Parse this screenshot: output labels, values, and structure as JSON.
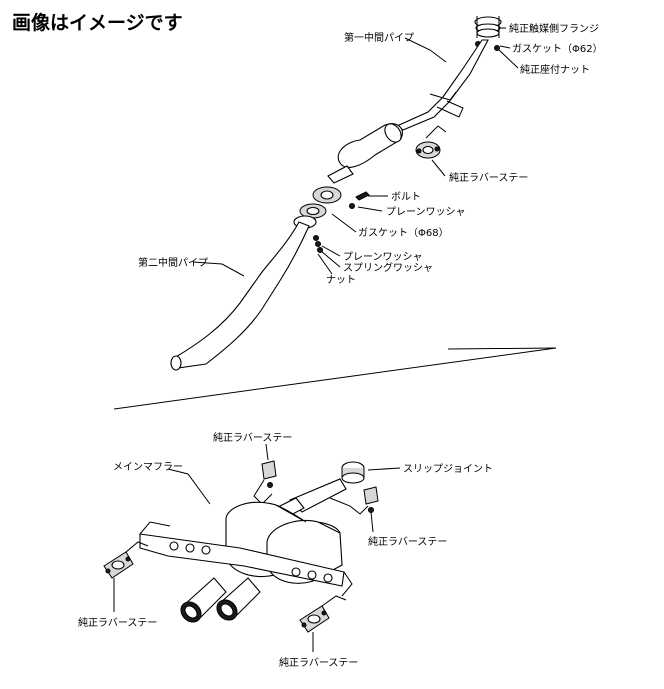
{
  "title": "画像はイメージです",
  "labels": {
    "flange": "純正触媒側フランジ",
    "gasket62": "ガスケット（Φ62）",
    "nut_oe": "純正座付ナット",
    "pipe1": "第一中間パイプ",
    "rubber_top": "純正ラバーステー",
    "bolt": "ボルト",
    "plain_washer1": "プレーンワッシャ",
    "gasket68": "ガスケット（Φ68）",
    "pipe2": "第二中間パイプ",
    "plain_washer2": "プレーンワッシャ",
    "spring_washer": "スプリングワッシャ",
    "nut": "ナット",
    "rubber_mid": "純正ラバーステー",
    "main_muffler": "メインマフラー",
    "slip_joint": "スリップジョイント",
    "rubber_right": "純正ラバーステー",
    "rubber_left": "純正ラバーステー",
    "rubber_bottom": "純正ラバーステー"
  }
}
